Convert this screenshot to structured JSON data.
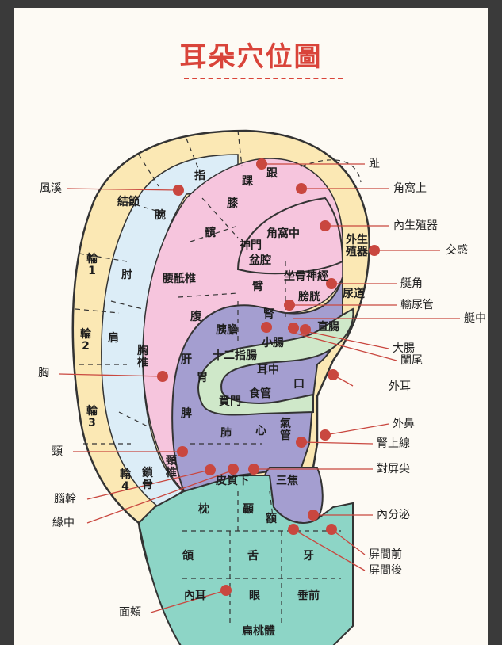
{
  "title": "耳朵穴位圖",
  "colors": {
    "title": "#d9443a",
    "helix": "#fbe8b4",
    "scapha": "#dcedf7",
    "antihelix": "#f6c5dd",
    "concha": "#a49ed0",
    "crus": "#cfe8c9",
    "lobe": "#8dd5c6",
    "point": "#c9473f"
  },
  "outer_labels": {
    "fengxi": "風溪",
    "xiong": "胸",
    "jing": "頸",
    "naogan": "腦幹",
    "yuanzhong": "緣中",
    "mianjia": "面頰",
    "zhi": "趾",
    "jiaowoshang": "角窩上",
    "neishengzhiqi": "內生殖器",
    "jiaogan": "交感",
    "tingjiao": "艇角",
    "shuniaoguan": "輸尿管",
    "tingzhong": "艇中",
    "dachang": "大腸",
    "lanwei": "闌尾",
    "waier": "外耳",
    "waibi": "外鼻",
    "shenshangxian": "腎上線",
    "duipingjian": "對屏尖",
    "neifenmi": "內分泌",
    "pingjianqian": "屏間前",
    "pingjianhou": "屏間後"
  },
  "zone_labels": {
    "zhi2": "指",
    "gen": "跟",
    "huai": "踝",
    "jiejie": "結節",
    "wan": "腕",
    "xi": "膝",
    "kuan": "髖",
    "jiaowozhong": "角窩中",
    "shenmen": "神門",
    "penqiang": "盆腔",
    "waishengzhiqi": "外生殖器",
    "lun1": "輪 1",
    "zhou": "肘",
    "yaodizhui": "腰骶椎",
    "bi": "臂",
    "zuogushenjing": "坐骨神經",
    "niaodao": "尿道",
    "pangguang": "膀胱",
    "lun2": "輪 2",
    "jian": "肩",
    "fu": "腹",
    "yidan": "胰膽",
    "shen": "腎",
    "xiaochang": "小腸",
    "zhichang": "直腸",
    "xiongzhui": "胸椎",
    "gan": "肝",
    "shierzhichang": "十二指腸",
    "wei": "胃",
    "erzhong": "耳中",
    "kou": "口",
    "shidao": "食管",
    "benmen": "賁門",
    "lun3": "輪 3",
    "pi": "脾",
    "fei": "肺",
    "xin": "心",
    "qiguan": "氣管",
    "lun4": "輪 4",
    "suogu": "鎖骨",
    "jingzhui": "頸椎",
    "pizhixia": "皮質下",
    "sanjiao": "三焦",
    "zhen": "枕",
    "nie": "顳",
    "e": "額",
    "he": "頜",
    "she": "舌",
    "ya": "牙",
    "neier": "內耳",
    "yan": "眼",
    "chuiqian": "垂前",
    "biantaoti": "扁桃體"
  }
}
